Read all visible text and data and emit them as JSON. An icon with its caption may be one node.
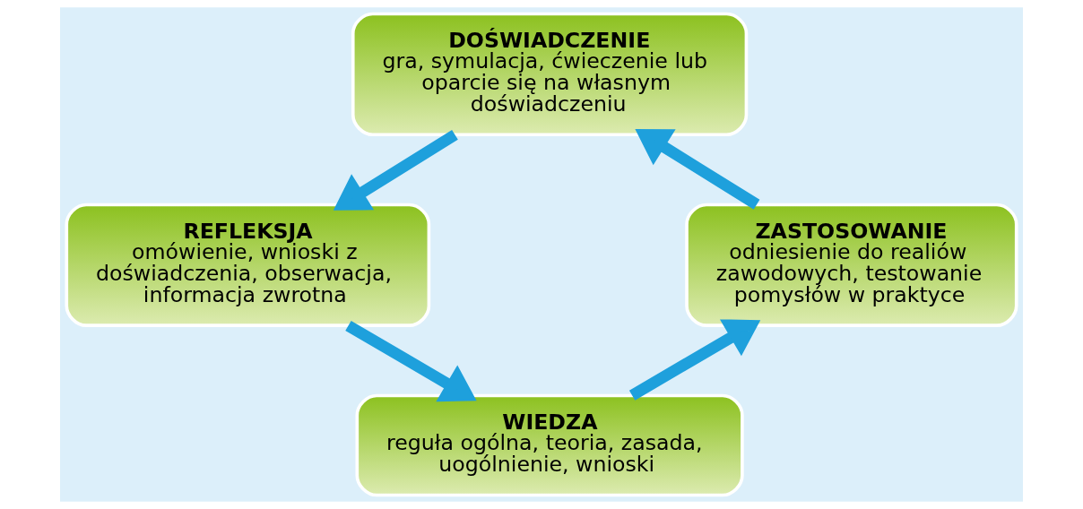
{
  "diagram": {
    "nodes": [
      {
        "text": [
          "DOŚWIADCZENIE",
          "gra, symulacja, ćwieczenie lub oparcie się na własnym doświadczeniu"
        ]
      },
      {
        "text": [
          "REFLEKSJA",
          "omówienie, wnioski z doświadczenia, obserwacja, informacja zwrotna"
        ]
      },
      {
        "text": [
          "WIEDZA",
          "reguła ogólna, teoria, zasada, uogólnienie, wnioski"
        ]
      },
      {
        "text": [
          "ZASTOSOWANIE",
          "odniesienie do realiów zawodowych, testowanie pomysłów w praktyce"
        ]
      }
    ],
    "edges": [
      {
        "from": 0,
        "to": 1,
        "arrow": "to"
      },
      {
        "from": 1,
        "to": 2,
        "arrow": "to"
      },
      {
        "from": 2,
        "to": 3,
        "arrow": "to"
      },
      {
        "from": 3,
        "to": 0,
        "arrow": "to"
      }
    ]
  }
}
